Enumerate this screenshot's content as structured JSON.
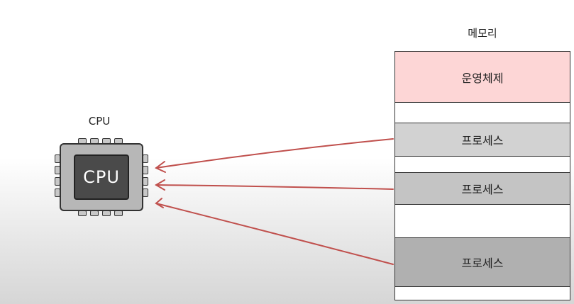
{
  "cpu": {
    "caption": "CPU",
    "chip_label": "CPU"
  },
  "memory": {
    "caption": "메모리",
    "segments": {
      "os": "운영체제",
      "process_1": "프로세스",
      "process_2": "프로세스",
      "process_3": "프로세스"
    }
  },
  "colors": {
    "os_segment": "#fdd6d6",
    "process_segment": "#c4c4c4",
    "arrow": "#c0504d",
    "chip_core": "#4a4a4a"
  },
  "icons": [
    "cpu-chip-icon",
    "arrow-icon"
  ]
}
